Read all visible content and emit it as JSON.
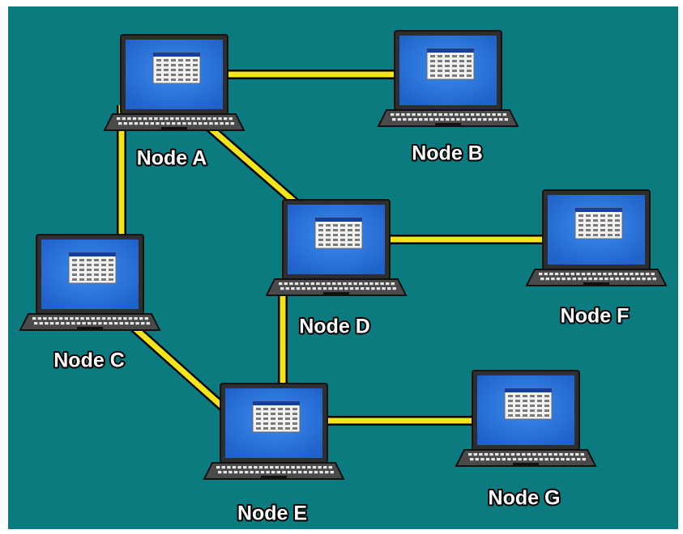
{
  "diagram": {
    "colors": {
      "background": "#0b7b7f",
      "border": "#ffffff",
      "link": "#f2e51a",
      "link_outline": "#000000",
      "laptop_body": "#4a4a4a",
      "screen": "#1f62c9",
      "screen_glow": "#3e8cf0",
      "window": "#f2f2f2",
      "window_titlebar": "#153f9a",
      "label_fill": "#ffffff",
      "label_outline": "#000000"
    },
    "nodes": [
      {
        "id": "A",
        "label": "Node A"
      },
      {
        "id": "B",
        "label": "Node B"
      },
      {
        "id": "C",
        "label": "Node C"
      },
      {
        "id": "D",
        "label": "Node D"
      },
      {
        "id": "E",
        "label": "Node E"
      },
      {
        "id": "F",
        "label": "Node F"
      },
      {
        "id": "G",
        "label": "Node G"
      }
    ],
    "links": [
      {
        "from": "A",
        "to": "B"
      },
      {
        "from": "A",
        "to": "C"
      },
      {
        "from": "A",
        "to": "D"
      },
      {
        "from": "D",
        "to": "F"
      },
      {
        "from": "D",
        "to": "E"
      },
      {
        "from": "C",
        "to": "E"
      },
      {
        "from": "E",
        "to": "G"
      }
    ]
  }
}
